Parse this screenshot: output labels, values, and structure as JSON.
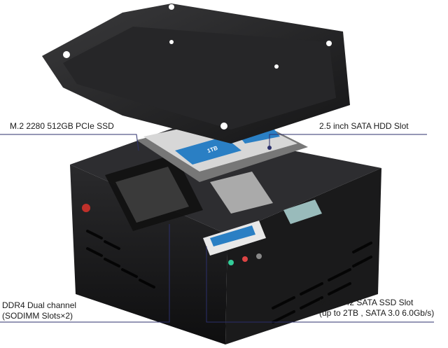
{
  "callouts": {
    "ssd_pcie": "M.2 2280 512GB PCIe SSD",
    "hdd_slot": "2.5 inch SATA HDD Slot",
    "ddr4_line1": "DDR4 Dual channel",
    "ddr4_line2": "(SODIMM Slots×2)",
    "sata_ssd_line1": "M.2 2242 SATA SSD Slot",
    "sata_ssd_line2": "(up to 2TB , SATA 3.0 6.0Gb/s)"
  },
  "hdd_label": "1TB",
  "colors": {
    "callout_line": "#2b2f6b",
    "device": "#1c1c1e",
    "hdd_blue": "#2a7fc4"
  }
}
